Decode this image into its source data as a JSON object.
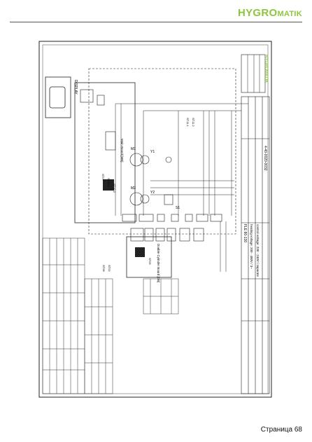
{
  "brand": {
    "logo_big": "HYGRO",
    "logo_small": "MATIK"
  },
  "page": {
    "label": "Страница 68"
  },
  "diagram": {
    "display_label": "DISPLAY",
    "main_board_label": "Main Board [MB]",
    "double_cylinder_label": "Double Cylinder Board [DB]",
    "connectors": [
      "ST07",
      "ST10.1",
      "ST10.2",
      "ST08",
      "ST02",
      "ST11.1",
      "ST11.2",
      "ST09"
    ],
    "motors": [
      "M1",
      "M2"
    ],
    "valves": [
      "Y1",
      "Y2"
    ],
    "s1_label": "S1",
    "title_block": {
      "model": "FLE 80-130",
      "line1": "heating voltage: 200 - 480V / 3~",
      "line2": "control voltage: 230 - 240V / separate",
      "drawing_no": "4-40-0020-0032",
      "brand_big": "HYGRO",
      "brand_small": "MATIK"
    }
  }
}
